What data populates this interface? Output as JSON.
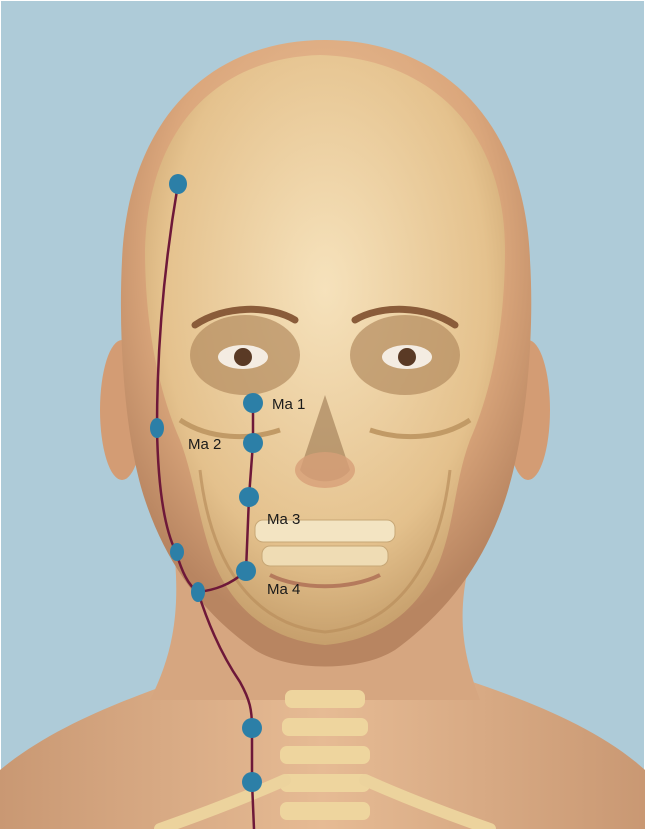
{
  "colors": {
    "background": "#aecbd8",
    "skin": "#e7b98f",
    "bone": "#f0d9a8",
    "meridian_line": "#6e1839",
    "point": "#2c7fa7"
  },
  "points": {
    "ma1": {
      "label": "Ma 1"
    },
    "ma2": {
      "label": "Ma 2"
    },
    "ma3": {
      "label": "Ma 3"
    },
    "ma4": {
      "label": "Ma 4"
    }
  }
}
